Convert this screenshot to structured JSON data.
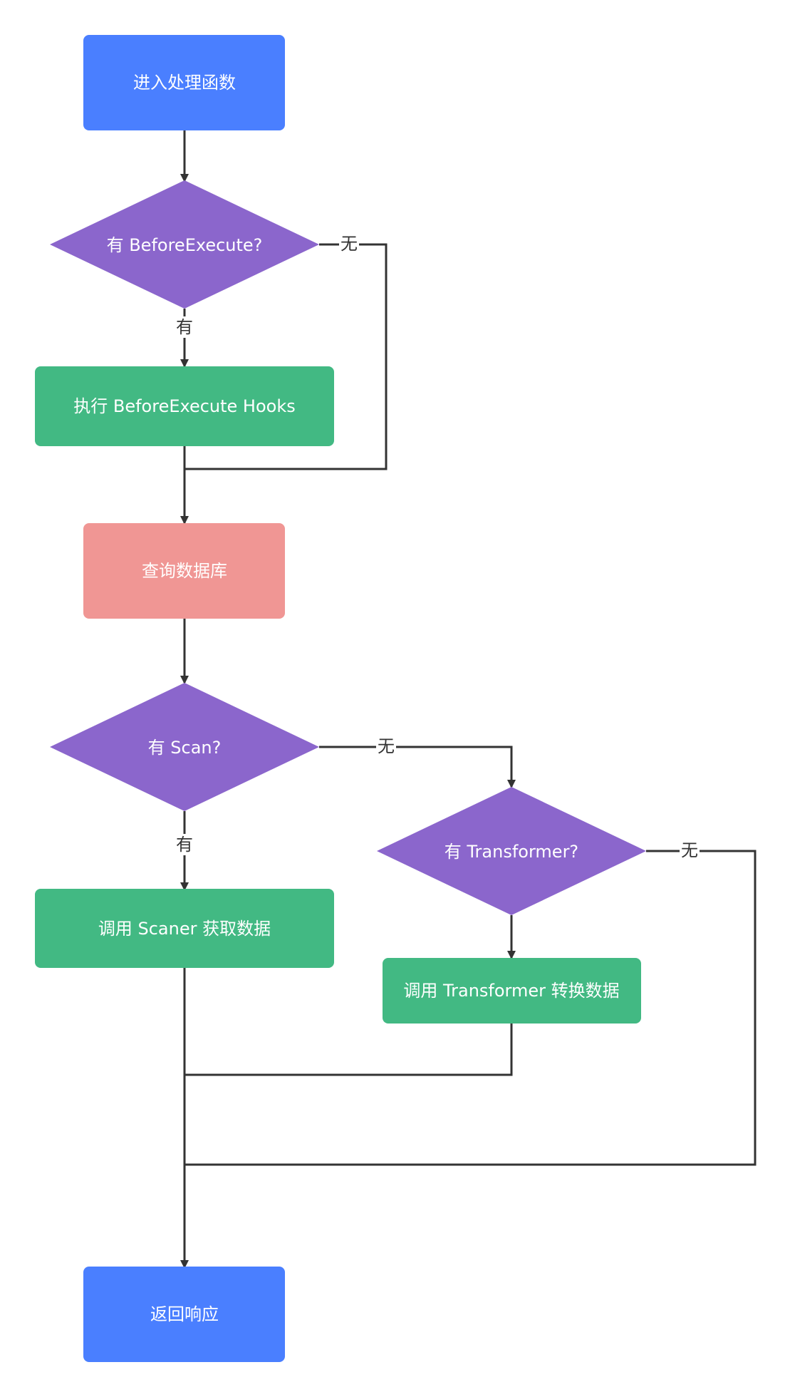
{
  "colors": {
    "terminal": "#4a7fff",
    "decision": "#8b66cc",
    "process": "#42b983",
    "database": "#f09694",
    "edge": "#333333",
    "label_text": "#ffffff"
  },
  "nodes": {
    "start": {
      "label": "进入处理函数",
      "shape": "rounded-rect"
    },
    "has_before_execute": {
      "label": "有 BeforeExecute?",
      "shape": "diamond"
    },
    "run_before_execute": {
      "label": "执行 BeforeExecute Hooks",
      "shape": "rounded-rect"
    },
    "query_db": {
      "label": "查询数据库",
      "shape": "rounded-rect"
    },
    "has_scan": {
      "label": "有 Scan?",
      "shape": "diamond"
    },
    "has_transformer": {
      "label": "有 Transformer?",
      "shape": "diamond"
    },
    "call_scaner": {
      "label": "调用 Scaner 获取数据",
      "shape": "rounded-rect"
    },
    "call_transformer": {
      "label": "调用 Transformer 转换数据",
      "shape": "rounded-rect"
    },
    "end": {
      "label": "返回响应",
      "shape": "rounded-rect"
    }
  },
  "edges": {
    "before_yes": {
      "label": "有"
    },
    "before_no": {
      "label": "无"
    },
    "scan_yes": {
      "label": "有"
    },
    "scan_no": {
      "label": "无"
    },
    "transformer_no": {
      "label": "无"
    }
  }
}
